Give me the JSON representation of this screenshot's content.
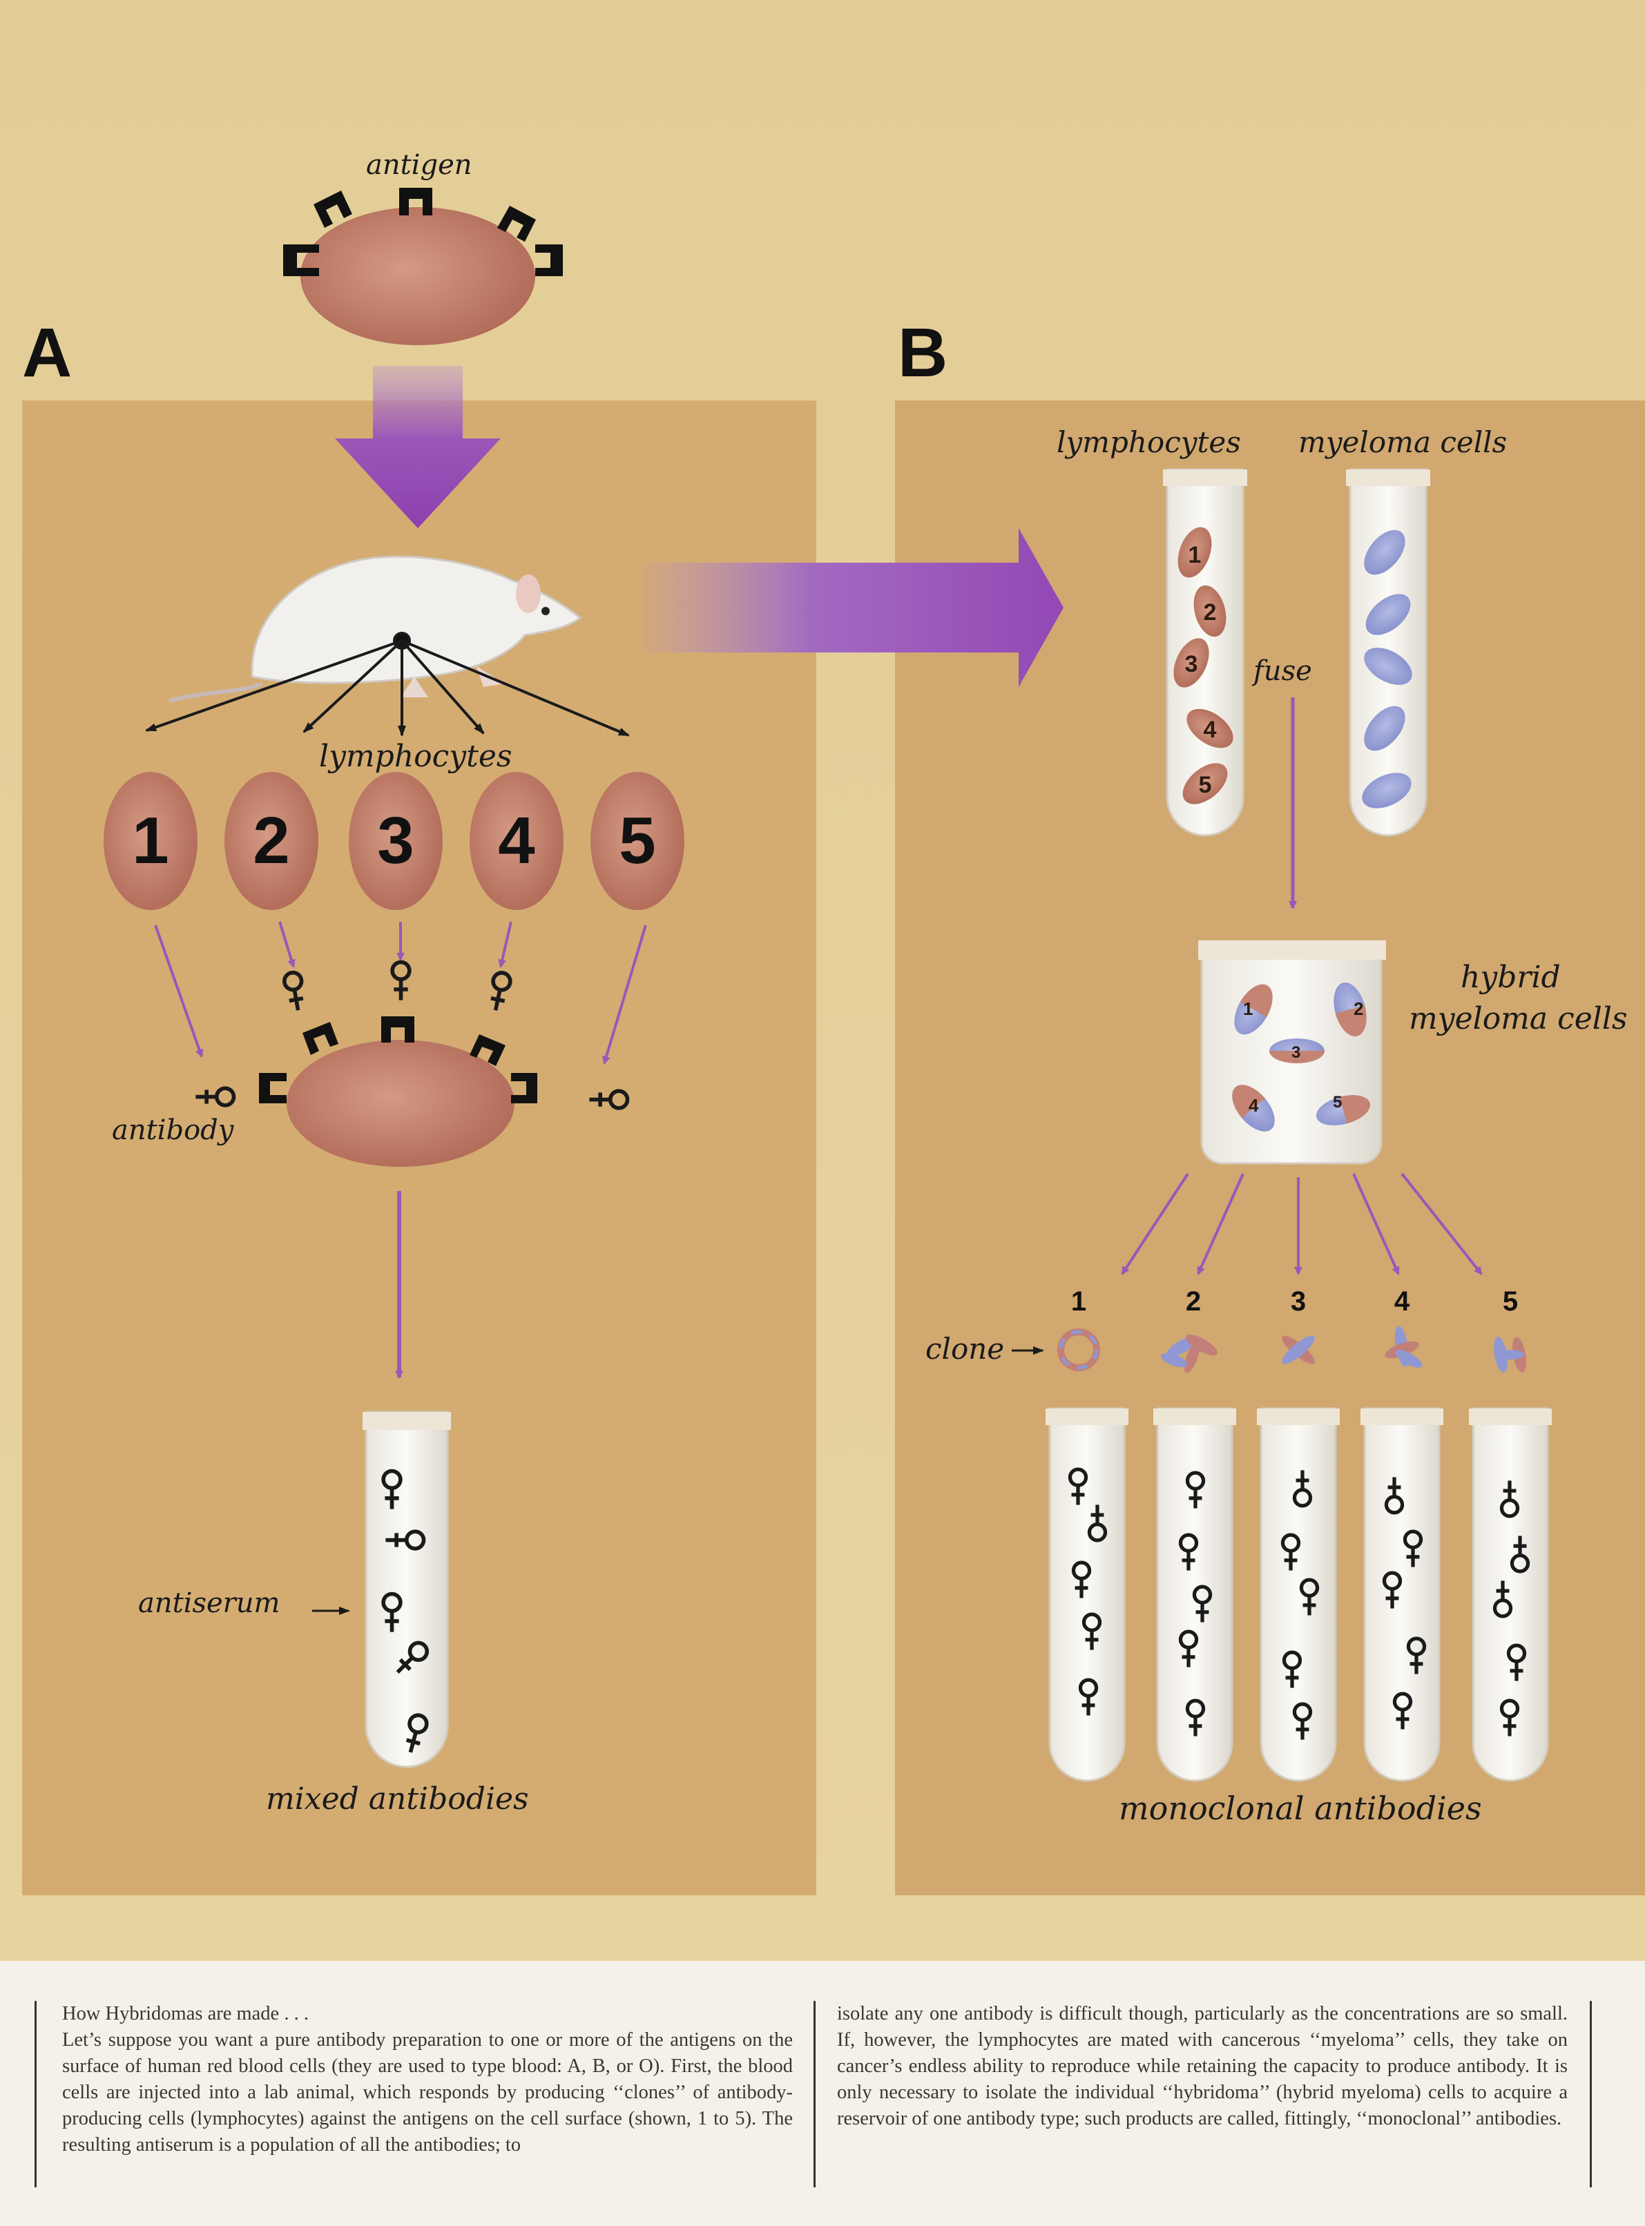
{
  "panels": {
    "a_label": "A",
    "b_label": "B"
  },
  "labels_a": {
    "antigen": "antigen",
    "lymphocytes": "lymphocytes",
    "antibody": "antibody",
    "antiserum": "antiserum",
    "mixed_antibodies": "mixed antibodies",
    "cells": [
      "1",
      "2",
      "3",
      "4",
      "5"
    ]
  },
  "labels_b": {
    "lymphocytes": "lymphocytes",
    "myeloma_cells": "myeloma cells",
    "fuse": "fuse",
    "hybrid": "hybrid",
    "hybrid_myeloma_cells": "myeloma cells",
    "clone": "clone",
    "clones": [
      "1",
      "2",
      "3",
      "4",
      "5"
    ],
    "monoclonal_antibodies": "monoclonal antibodies"
  },
  "caption": {
    "title": "How Hybridomas are made . . .",
    "left_body": "Let’s suppose you want a pure antibody preparation to one or more of the antigens on the surface of human red blood cells (they are used to type blood: A, B, or O). First, the blood cells are injected into a lab animal, which responds by producing ‘‘clones’’ of antibody-producing cells (lymphocytes) against the antigens on the cell surface (shown, 1 to 5). The resulting antiserum is a population of all the antibodies; to",
    "right_body": "isolate any one antibody is difficult though, particularly as the concentrations are so small. If, however, the lymphocytes are mated with cancerous ‘‘myeloma’’ cells, they take on cancer’s endless ability to reproduce while retaining the capacity to produce antibody. It is only necessary to isolate the individual ‘‘hybridoma’’ (hybrid myeloma) cells to acquire a reservoir of one antibody type; such products are called, fittingly, ‘‘monoclonal’’ antibodies."
  },
  "colors": {
    "cell": "#c7826e",
    "myeloma": "#9fa6d6",
    "arrow": "#9b57b8",
    "panel": "#d4ac72",
    "background": "#e6cf9a"
  },
  "icons": [
    "antigen-icon",
    "antibody-icon",
    "rat-illustration",
    "test-tube-icon",
    "beaker-icon",
    "clone-icon"
  ]
}
